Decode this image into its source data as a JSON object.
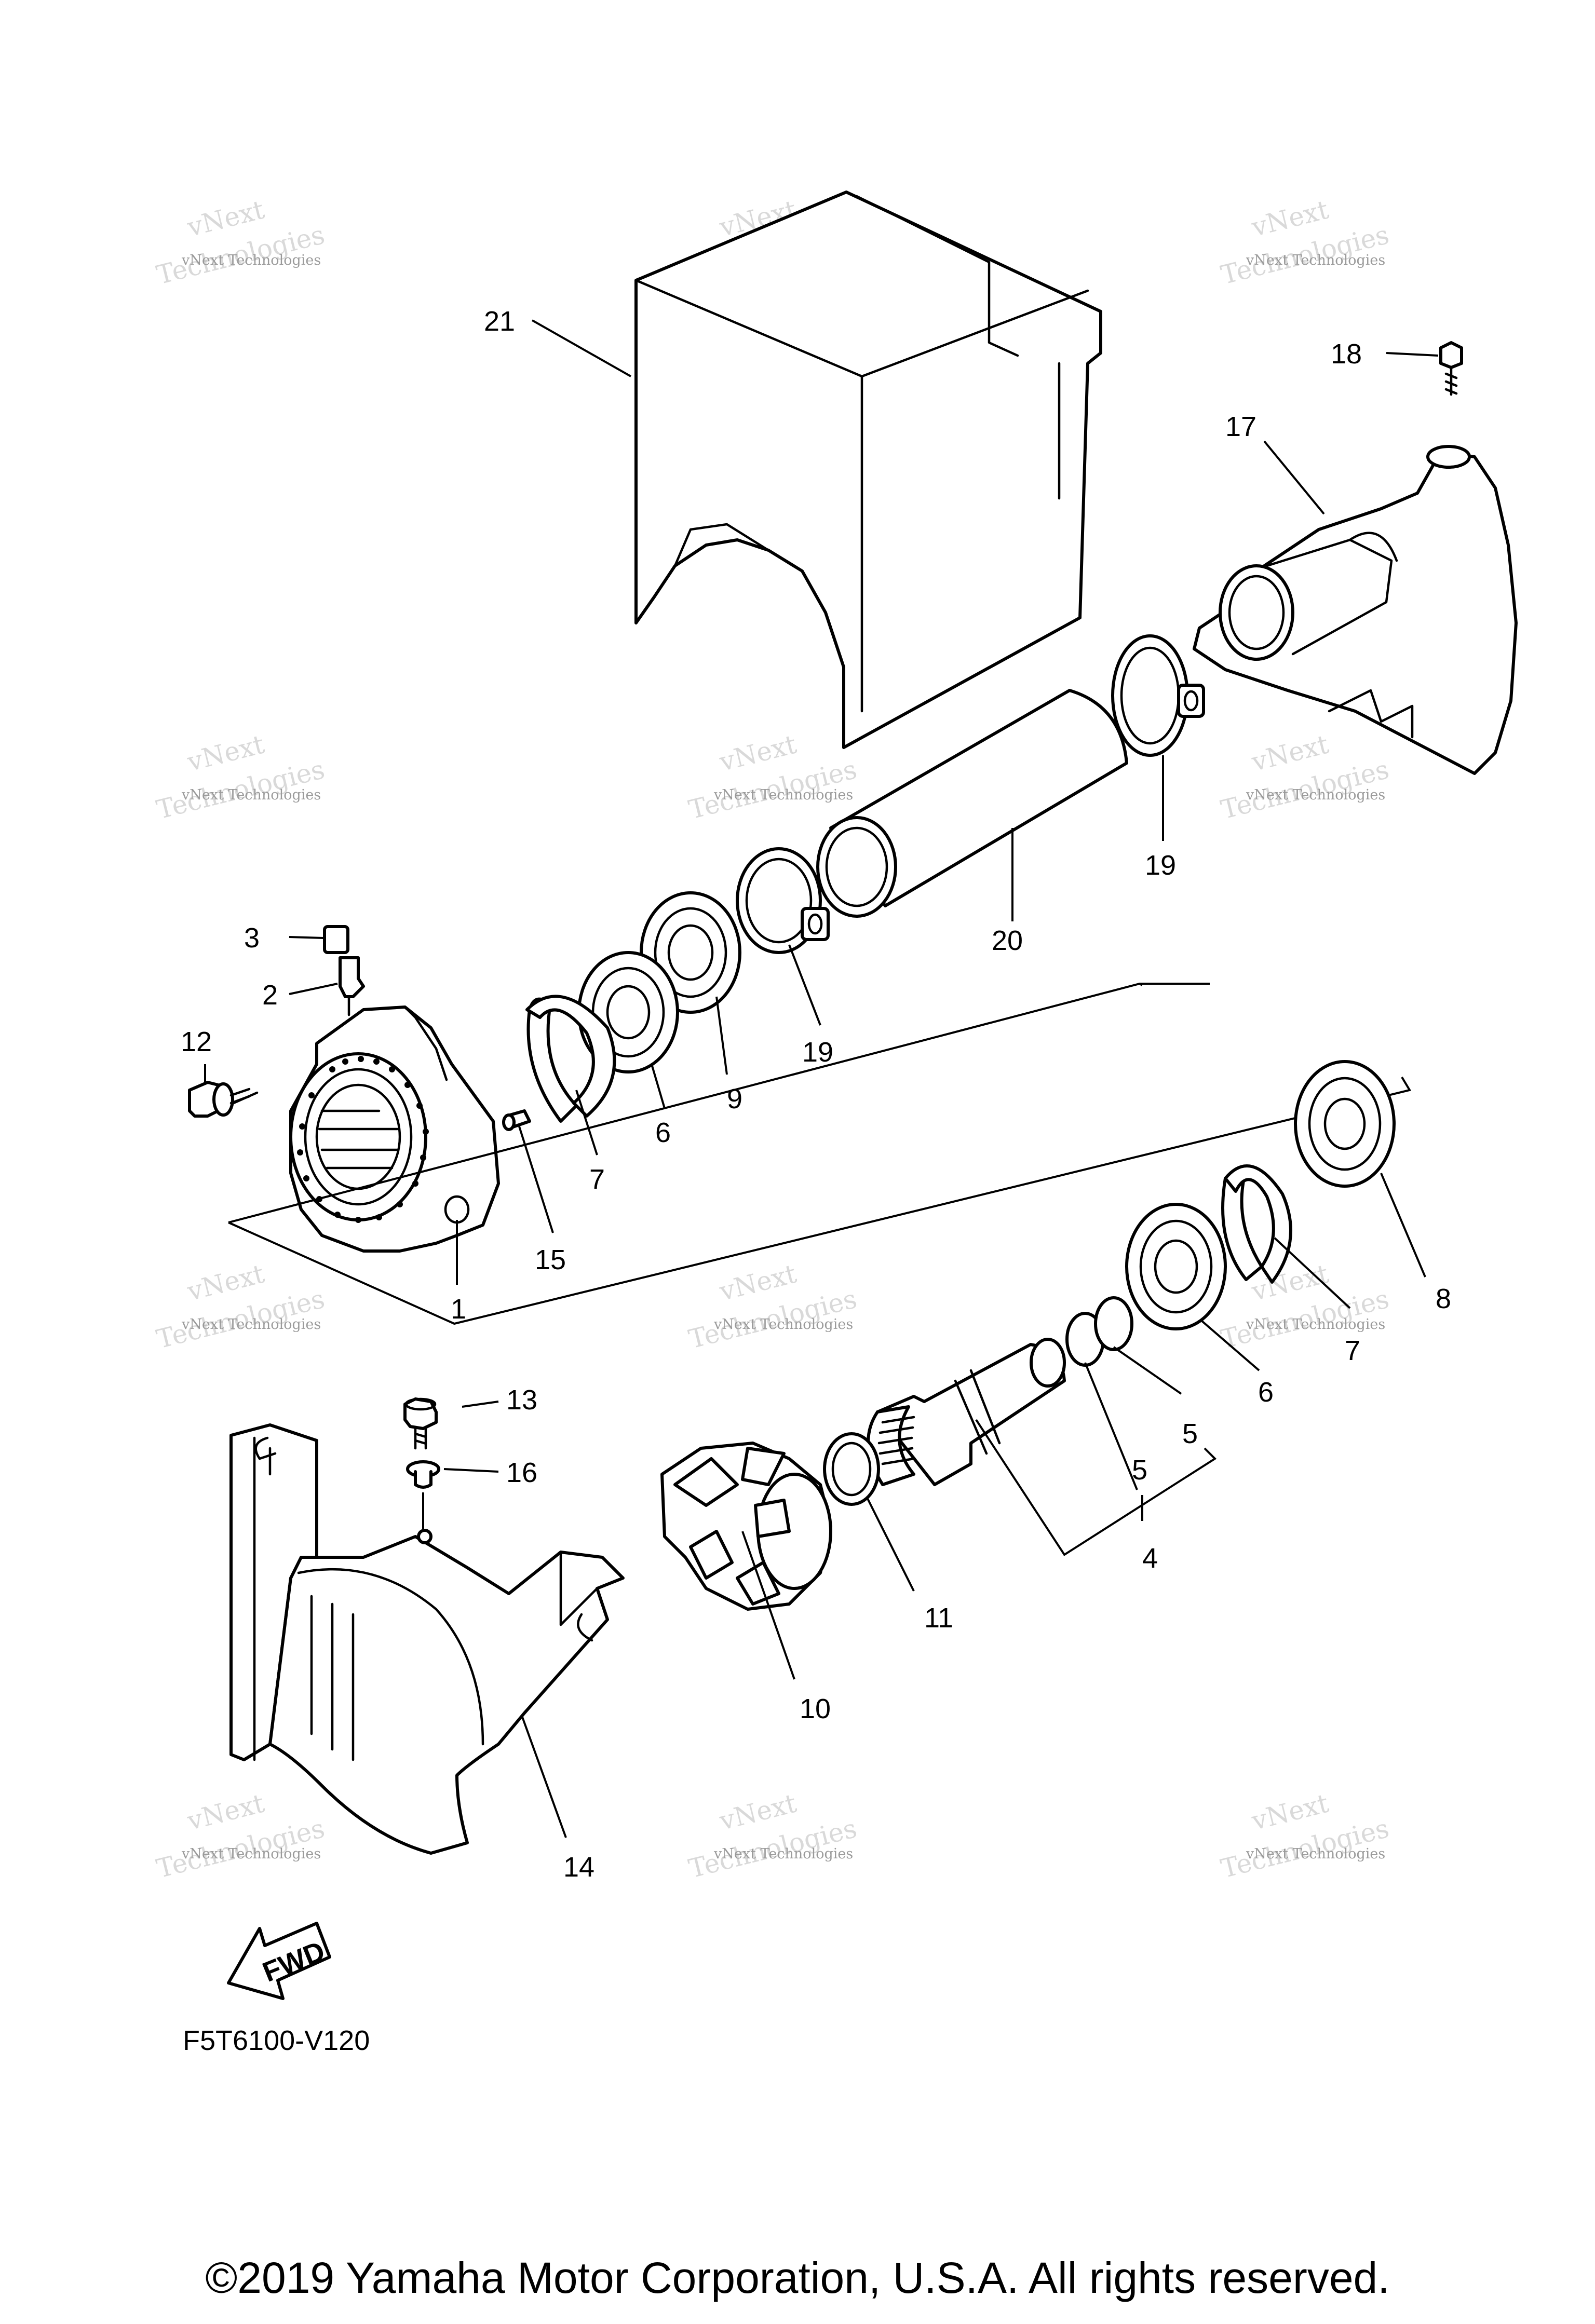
{
  "diagram": {
    "code": "F5T6100-V120",
    "copyright": "©2019 Yamaha Motor Corporation, U.S.A. All rights reserved.",
    "fwd_label": "FWD",
    "watermark": {
      "line1": "vNext Technologies",
      "line2": "vNext",
      "line3": "Technologies"
    },
    "callouts": [
      {
        "id": "c21",
        "label": "21"
      },
      {
        "id": "c18",
        "label": "18"
      },
      {
        "id": "c17",
        "label": "17"
      },
      {
        "id": "c19a",
        "label": "19"
      },
      {
        "id": "c20",
        "label": "20"
      },
      {
        "id": "c3",
        "label": "3"
      },
      {
        "id": "c2",
        "label": "2"
      },
      {
        "id": "c12",
        "label": "12"
      },
      {
        "id": "c19b",
        "label": "19"
      },
      {
        "id": "c9",
        "label": "9"
      },
      {
        "id": "c6a",
        "label": "6"
      },
      {
        "id": "c7a",
        "label": "7"
      },
      {
        "id": "c15",
        "label": "15"
      },
      {
        "id": "c1",
        "label": "1"
      },
      {
        "id": "c8",
        "label": "8"
      },
      {
        "id": "c7b",
        "label": "7"
      },
      {
        "id": "c6b",
        "label": "6"
      },
      {
        "id": "c5a",
        "label": "5"
      },
      {
        "id": "c5b",
        "label": "5"
      },
      {
        "id": "c4",
        "label": "4"
      },
      {
        "id": "c13",
        "label": "13"
      },
      {
        "id": "c16",
        "label": "16"
      },
      {
        "id": "c11",
        "label": "11"
      },
      {
        "id": "c10",
        "label": "10"
      },
      {
        "id": "c14",
        "label": "14"
      }
    ]
  }
}
